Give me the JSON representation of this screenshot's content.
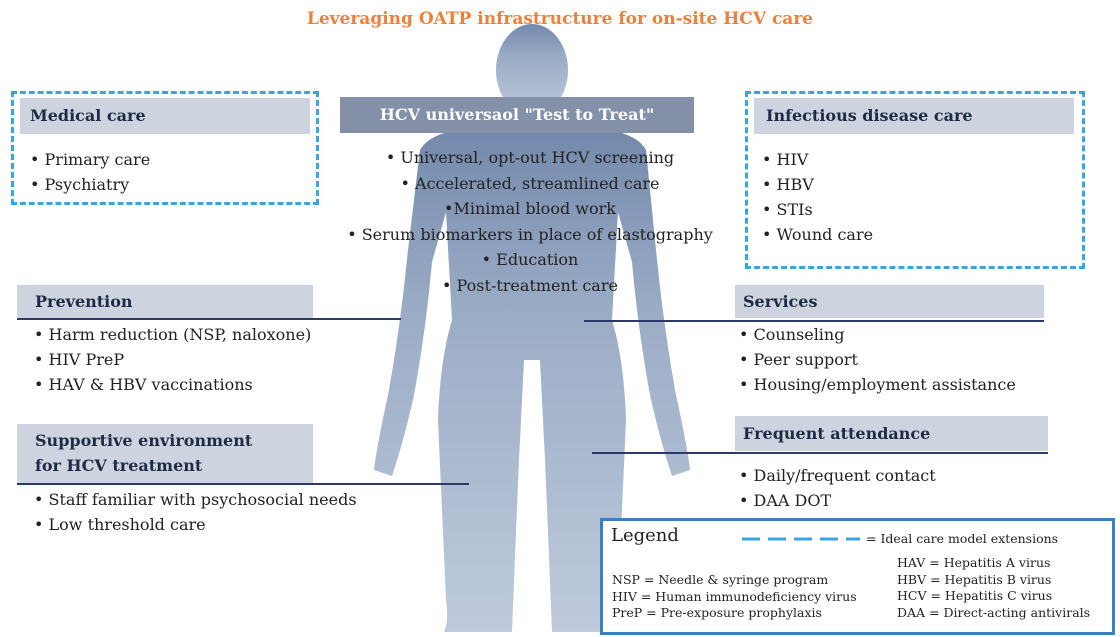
{
  "title": "Leveraging OATP infrastructure for on-site HCV care",
  "colors": {
    "title": "#f07f3a",
    "header_bg": "#cdd4df",
    "center_header_bg": "#8490a8",
    "dashed_border": "#3aa4dc",
    "legend_border": "#3c7fc0",
    "figure": "#a7b8cf"
  },
  "center": {
    "header": "HCV universaol \"Test to Treat\"",
    "items": [
      "• Universal, opt-out HCV screening",
      "• Accelerated, streamlined care",
      "•Minimal blood work",
      "• Serum biomarkers in place of elastography",
      "• Education",
      "• Post-treatment care"
    ]
  },
  "medical_care": {
    "header": "Medical care",
    "items": [
      "• Primary care",
      "• Psychiatry"
    ]
  },
  "infectious_disease": {
    "header": "Infectious disease care",
    "items": [
      "• HIV",
      "• HBV",
      "• STIs",
      "• Wound care"
    ]
  },
  "prevention": {
    "header": "Prevention",
    "items": [
      "• Harm reduction (NSP, naloxone)",
      "• HIV PreP",
      "• HAV & HBV vaccinations"
    ]
  },
  "supportive": {
    "header_line1": "Supportive environment",
    "header_line2": "for HCV treatment",
    "items": [
      "• Staff familiar with psychosocial needs",
      "• Low threshold care"
    ]
  },
  "services": {
    "header": "Services",
    "items": [
      "• Counseling",
      "• Peer support",
      "• Housing/employment assistance"
    ]
  },
  "frequent": {
    "header": "Frequent attendance",
    "items": [
      "• Daily/frequent contact",
      "• DAA DOT"
    ]
  },
  "legend": {
    "title": "Legend",
    "dashed_label": "= Ideal care model extensions",
    "left": [
      "NSP = Needle & syringe program",
      "HIV = Human immunodeficiency virus",
      "PreP = Pre-exposure prophylaxis"
    ],
    "right": [
      "HAV = Hepatitis A virus",
      "HBV = Hepatitis B virus",
      "HCV = Hepatitis C virus",
      "DAA = Direct-acting antivirals"
    ]
  }
}
